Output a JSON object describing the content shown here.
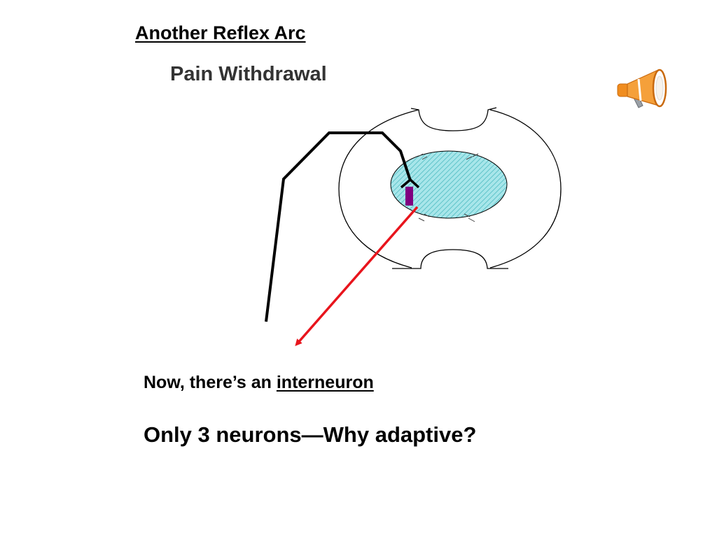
{
  "slide": {
    "title": "Another Reflex Arc",
    "subtitle": "Pain Withdrawal"
  },
  "text": {
    "line1_prefix": "Now, there’s an ",
    "line1_term": "interneuron",
    "line2": "Only 3 neurons—Why adaptive?"
  },
  "icons": {
    "audio": "megaphone-icon"
  },
  "colors": {
    "gray_matter_fill": "#a8e6ea",
    "gray_matter_hatch": "#5fc3c9",
    "sensory_neuron": "#000000",
    "motor_neuron": "#e8141c",
    "interneuron": "#800080",
    "megaphone_body": "#f08c1e",
    "megaphone_handle": "#9aa0a6"
  }
}
